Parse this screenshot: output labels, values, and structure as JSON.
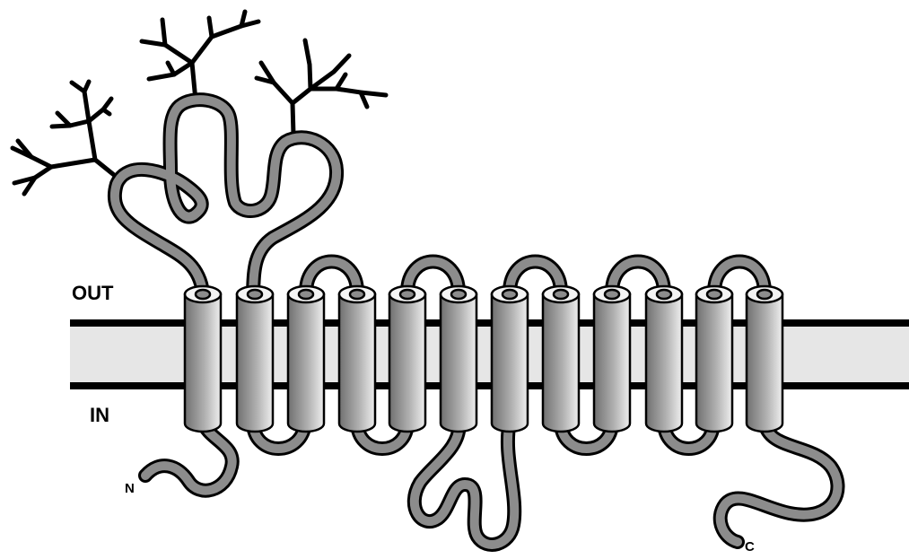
{
  "diagram": {
    "labels": {
      "outside": "OUT",
      "inside": "IN",
      "n_terminus": "N",
      "c_terminus": "C"
    },
    "transmembrane_helix_count": 12,
    "glycosylation_tree_count": 3,
    "colors": {
      "membrane_fill": "#e6e6e6",
      "membrane_line": "#000000",
      "chain": "#8c8c8c",
      "helix_dark": "#6f6f6f",
      "helix_light": "#f2f2f2",
      "glycan": "#000000"
    }
  }
}
